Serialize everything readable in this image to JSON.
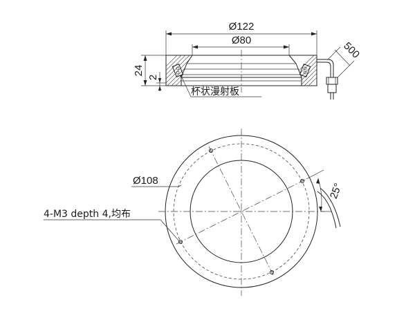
{
  "diagram": {
    "side_view": {
      "dim_outer_diameter": "Ø122",
      "dim_inner_diameter": "Ø80",
      "dim_height": "24",
      "dim_step": "2",
      "dim_cable_length": "500",
      "part_label": "杯状漫射板"
    },
    "top_view": {
      "dim_bolt_circle": "Ø108",
      "dim_angle": "25°",
      "hole_note": "4-M3 depth 4,均布"
    }
  }
}
